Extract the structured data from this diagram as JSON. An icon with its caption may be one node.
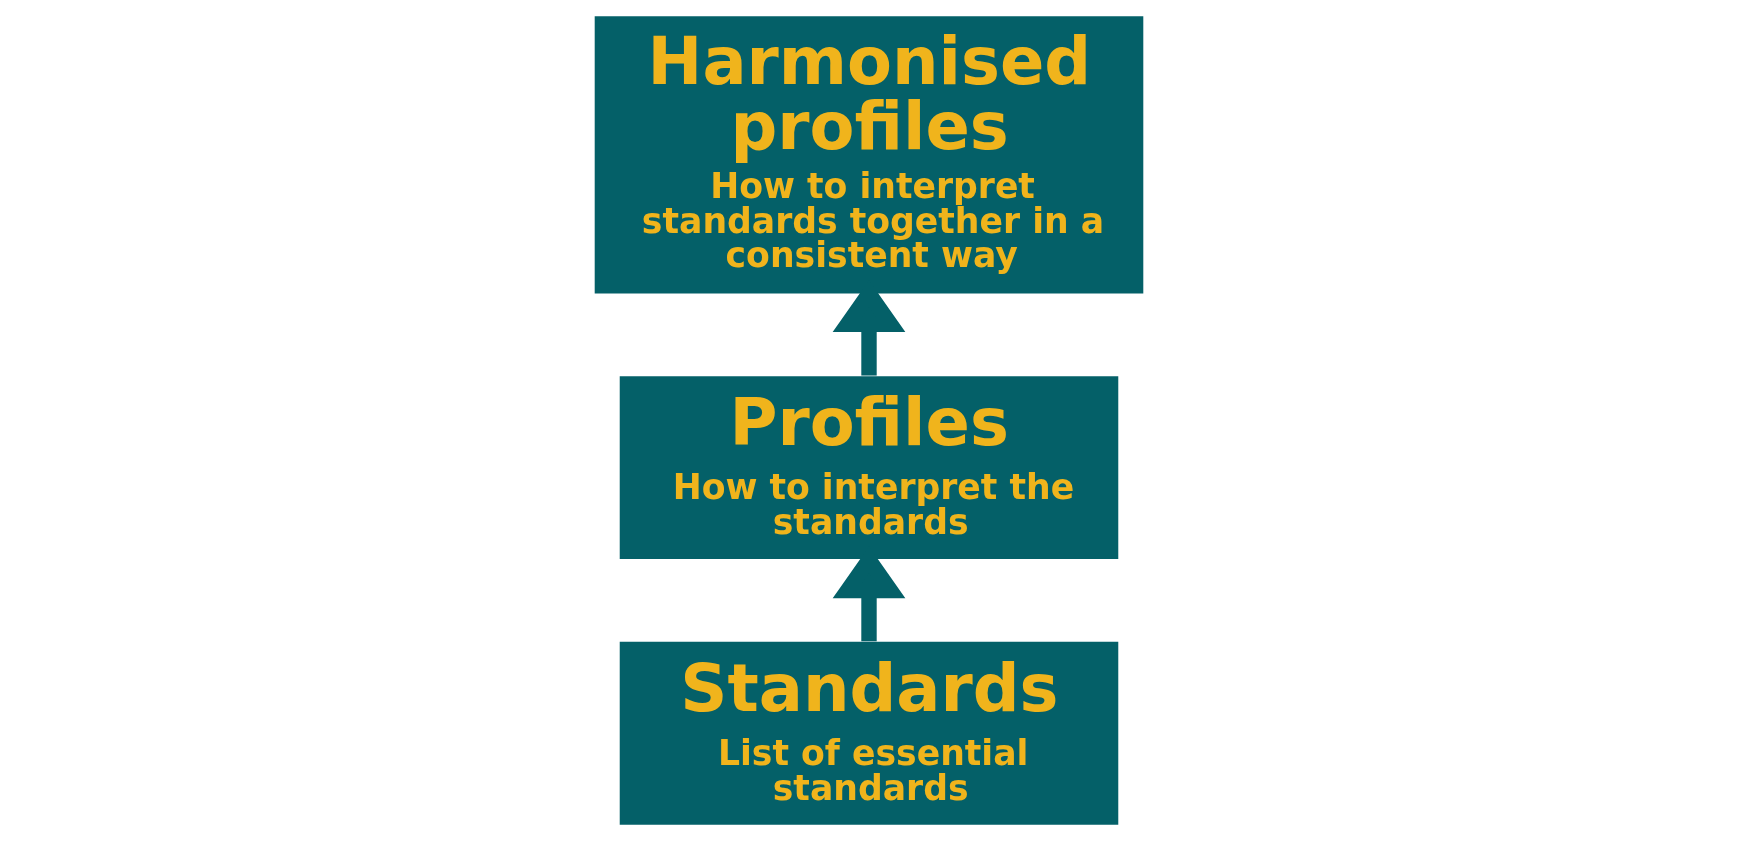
{
  "diagram": {
    "nodes": [
      {
        "text": [
          "Standards",
          "List of essential standards"
        ]
      },
      {
        "text": [
          "Profiles",
          "How to interpret the standards"
        ]
      },
      {
        "text": [
          "Harmonised profiles",
          "How to interpret standards together in a consistent way"
        ]
      }
    ],
    "edges": [
      {
        "from": 0,
        "to": 1,
        "arrow": "to"
      },
      {
        "from": 1,
        "to": 2,
        "arrow": "to"
      }
    ]
  }
}
